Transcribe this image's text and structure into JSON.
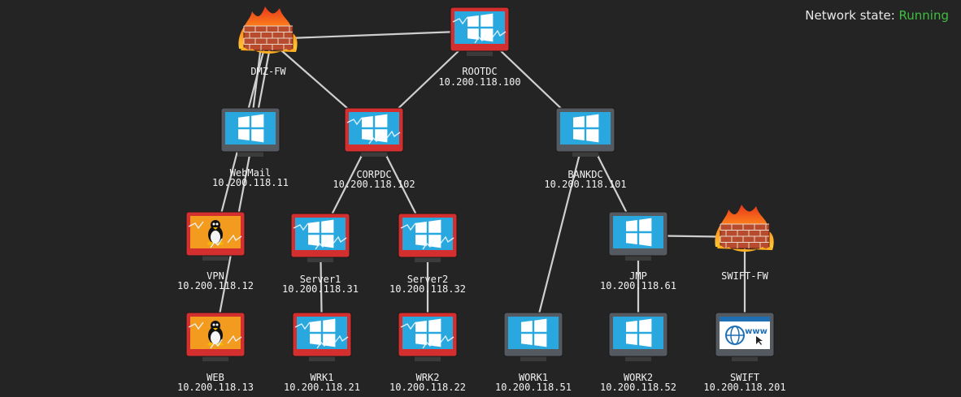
{
  "status": {
    "label": "Network state:",
    "value": "Running",
    "value_color": "#3fbf3f"
  },
  "colors": {
    "compromised": "#d32f2f",
    "normal": "#555a60",
    "screen": "#29a8e0",
    "linux": "#f29b1f",
    "edge": "#cfcfcf"
  },
  "nodes": [
    {
      "id": "dmz-fw",
      "name": "DMZ-FW",
      "ip": "",
      "kind": "firewall",
      "state": "normal"
    },
    {
      "id": "rootdc",
      "name": "ROOTDC",
      "ip": "10.200.118.100",
      "kind": "windows",
      "state": "compromised"
    },
    {
      "id": "webmail",
      "name": "WebMail",
      "ip": "10.200.118.11",
      "kind": "windows",
      "state": "normal"
    },
    {
      "id": "corpdc",
      "name": "CORPDC",
      "ip": "10.200.118.102",
      "kind": "windows",
      "state": "compromised"
    },
    {
      "id": "bankdc",
      "name": "BANKDC",
      "ip": "10.200.118.101",
      "kind": "windows",
      "state": "normal"
    },
    {
      "id": "vpn",
      "name": "VPN",
      "ip": "10.200.118.12",
      "kind": "linux",
      "state": "compromised"
    },
    {
      "id": "server1",
      "name": "Server1",
      "ip": "10.200.118.31",
      "kind": "windows",
      "state": "compromised"
    },
    {
      "id": "server2",
      "name": "Server2",
      "ip": "10.200.118.32",
      "kind": "windows",
      "state": "compromised"
    },
    {
      "id": "jmp",
      "name": "JMP",
      "ip": "10.200.118.61",
      "kind": "windows",
      "state": "normal"
    },
    {
      "id": "swift-fw",
      "name": "SWIFT-FW",
      "ip": "",
      "kind": "firewall",
      "state": "normal"
    },
    {
      "id": "web",
      "name": "WEB",
      "ip": "10.200.118.13",
      "kind": "linux",
      "state": "compromised"
    },
    {
      "id": "wrk1",
      "name": "WRK1",
      "ip": "10.200.118.21",
      "kind": "windows",
      "state": "compromised"
    },
    {
      "id": "wrk2",
      "name": "WRK2",
      "ip": "10.200.118.22",
      "kind": "windows",
      "state": "compromised"
    },
    {
      "id": "work1",
      "name": "WORK1",
      "ip": "10.200.118.51",
      "kind": "windows",
      "state": "normal"
    },
    {
      "id": "work2",
      "name": "WORK2",
      "ip": "10.200.118.52",
      "kind": "windows",
      "state": "normal"
    },
    {
      "id": "swift",
      "name": "SWIFT",
      "ip": "10.200.118.201",
      "kind": "web",
      "state": "normal",
      "screen_text": "www"
    }
  ],
  "edges": [
    [
      "dmz-fw",
      "rootdc"
    ],
    [
      "dmz-fw",
      "corpdc"
    ],
    [
      "dmz-fw",
      "webmail"
    ],
    [
      "dmz-fw",
      "vpn"
    ],
    [
      "dmz-fw",
      "web"
    ],
    [
      "rootdc",
      "corpdc"
    ],
    [
      "rootdc",
      "bankdc"
    ],
    [
      "corpdc",
      "server1"
    ],
    [
      "corpdc",
      "server2"
    ],
    [
      "server1",
      "wrk1"
    ],
    [
      "server2",
      "wrk2"
    ],
    [
      "bankdc",
      "work1"
    ],
    [
      "bankdc",
      "jmp"
    ],
    [
      "jmp",
      "work2"
    ],
    [
      "jmp",
      "swift-fw"
    ],
    [
      "swift-fw",
      "swift"
    ]
  ]
}
